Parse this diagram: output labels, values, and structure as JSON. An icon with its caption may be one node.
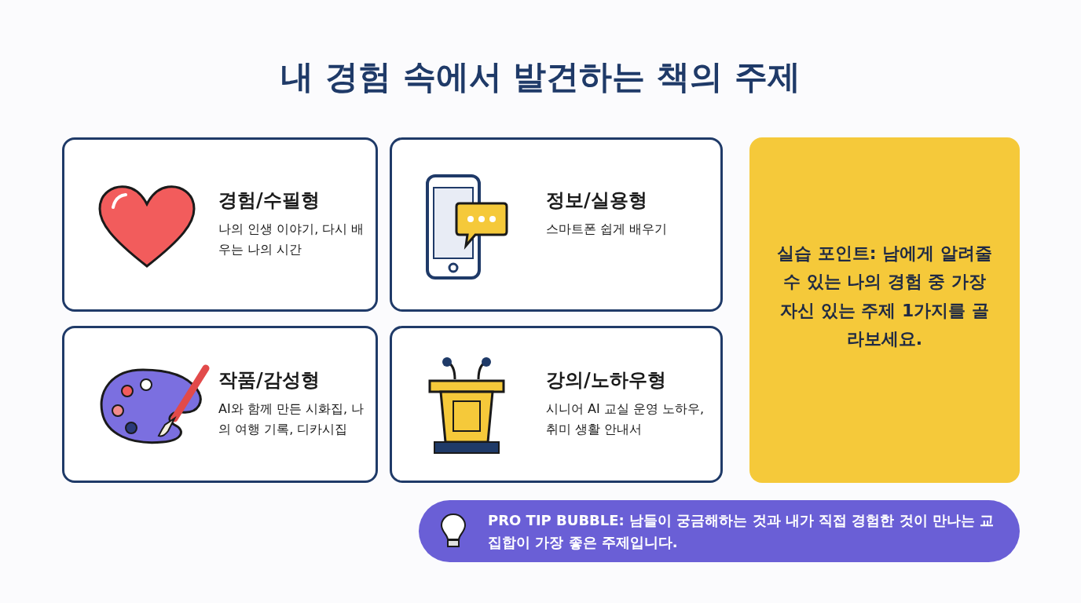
{
  "diagram": {
    "title": "내 경험 속에서 발견하는 책의 주제",
    "nodes": [
      {
        "text": [
          "경험/수필형",
          "나의 인생 이야기, 다시 배우는 나의 시간"
        ]
      },
      {
        "text": [
          "정보/실용형",
          "스마트폰 쉽게 배우기"
        ]
      },
      {
        "text": [
          "작품/감성형",
          "AI와 함께 만든 시화집, 나의 여행 기록, 디카시집"
        ]
      },
      {
        "text": [
          "강의/노하우형",
          "시니어 AI 교실 운영 노하우, 취미 생활 안내서"
        ]
      },
      {
        "text": [
          "실습 포인트: 남에게 알려줄 수 있는 나의 경험 중 가장 자신 있는 주제 1가지를 골라보세요."
        ]
      },
      {
        "text": [
          "PRO TIP BUBBLE: 남들이 궁금해하는 것과 내가 직접 경험한 것이 만나는 교집합이 가장 좋은 주제입니다."
        ]
      }
    ]
  }
}
